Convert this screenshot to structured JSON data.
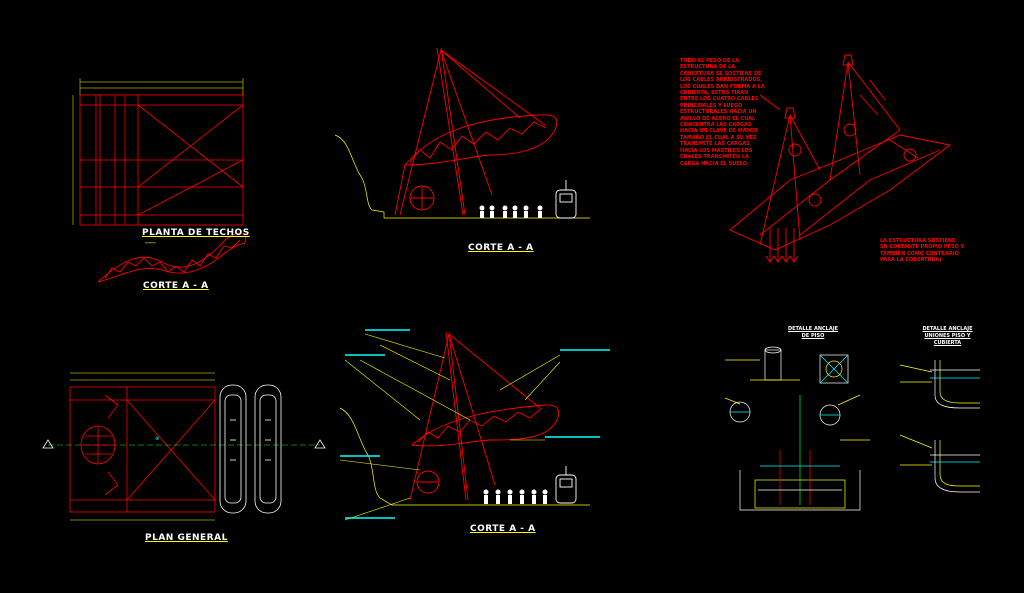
{
  "labels": {
    "planta_techos": "PLANTA DE TECHOS",
    "corte_aa_small": "CORTE A - A",
    "corte_aa_top": "CORTE A - A",
    "corte_aa_bottom": "CORTE A - A",
    "plan_general": "PLAN GENERAL"
  },
  "notes": {
    "structure_text": "TODO EL PESO DE LA\nESTRUCTURA DE LA\nCOBERTURA SE SOSTIENE DE\nLOS CABLES ARRIOSTRADOS,\nLOS CUALES DAN FORMA A LA\nCUBIERTA, ESTOS TIRAN\nENTRE LOS CUATRO CABLES\nPRINCIPALES Y LUEGO\nESTRUCTURALES HACIA UN\nANILLO DE ACERO EL CUAL\nCONCENTRA LAS CARGAS\nHACIA UN CLAVE DE MAYOR\nTAMAÑO EL CUAL A SU VEZ\nTRANSMITE LAS CARGAS\nHACIA LOS MASTILES LOS\nCUALES TRANSMITEN LA\nCARGA HACIA EL SUELO.",
    "structure_text_2": "LA ESTRUCTURA SOSTIENE\nSU CORTANTE PROPIO PESO Y\nTAMBIEN COMO CONTRARIO\nPARA LA COBERTURA)"
  },
  "details": {
    "detail_title_1": "DETALLE ANCLAJE\nDE PISO",
    "detail_title_2": "DETALLE ANCLAJE\nUNIONES PISO Y\nCUBIERTA"
  },
  "colors": {
    "background": "#000000",
    "structure": "#ff0000",
    "dimension": "#ffff00",
    "annotation": "#00ffff",
    "ground": "#ffff00",
    "figures": "#ffffff"
  }
}
